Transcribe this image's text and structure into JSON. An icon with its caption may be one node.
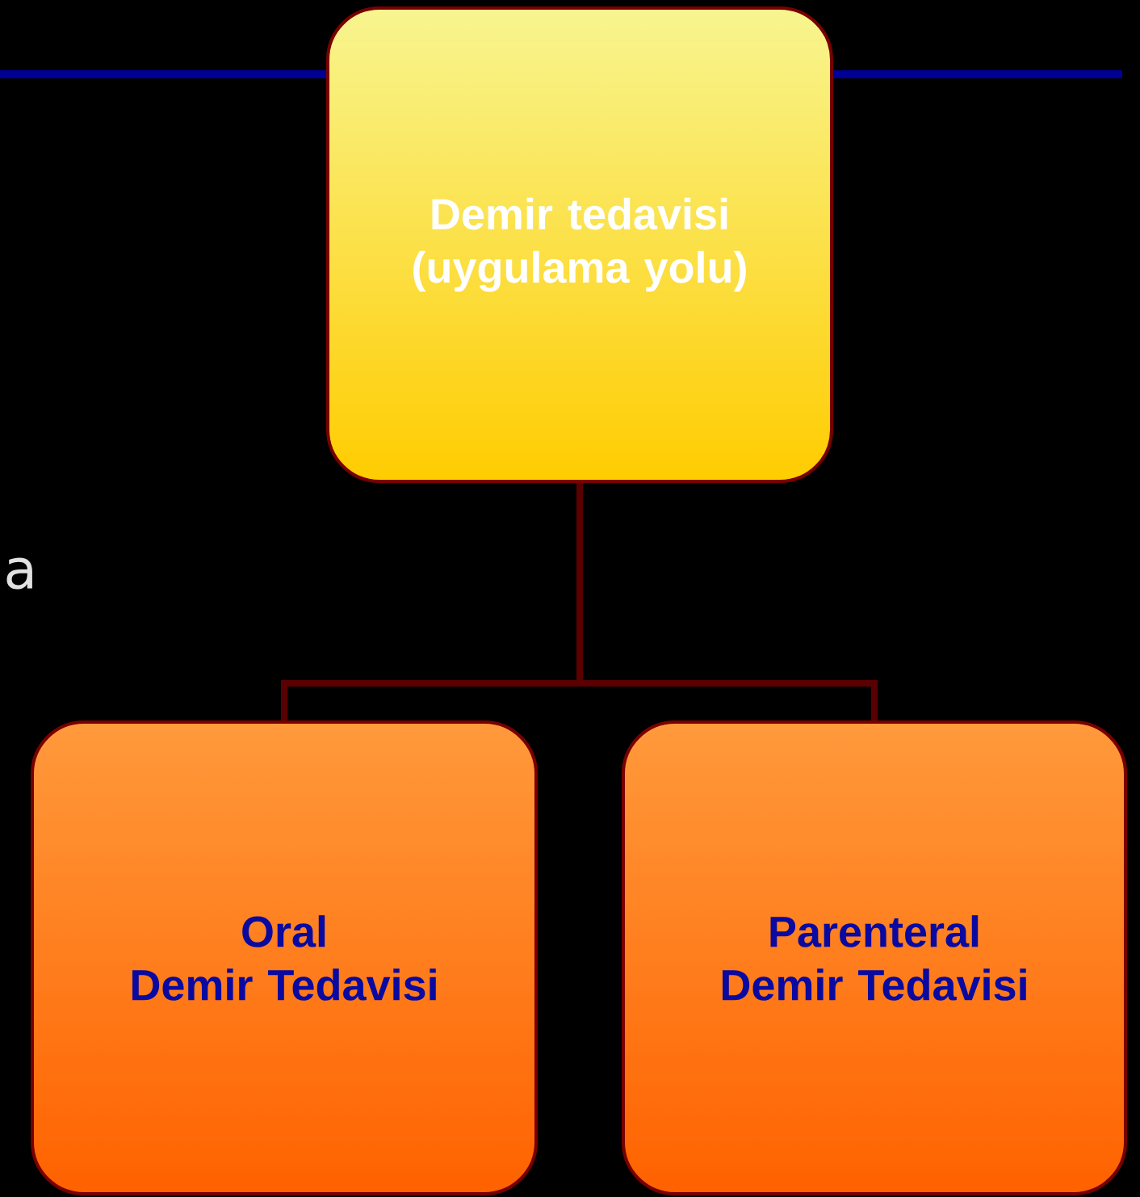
{
  "diagram": {
    "nodes": [
      {
        "text": [
          "Demir tedavisi (uygulama yolu)"
        ]
      },
      {
        "text": [
          "Oral Demir Tedavisi"
        ]
      },
      {
        "text": [
          "Parenteral Demir Tedavisi"
        ]
      }
    ],
    "edges": [
      {
        "from": 0,
        "to": 1,
        "arrow": "none"
      },
      {
        "from": 0,
        "to": 2,
        "arrow": "none"
      }
    ],
    "labels": [
      "a"
    ]
  }
}
